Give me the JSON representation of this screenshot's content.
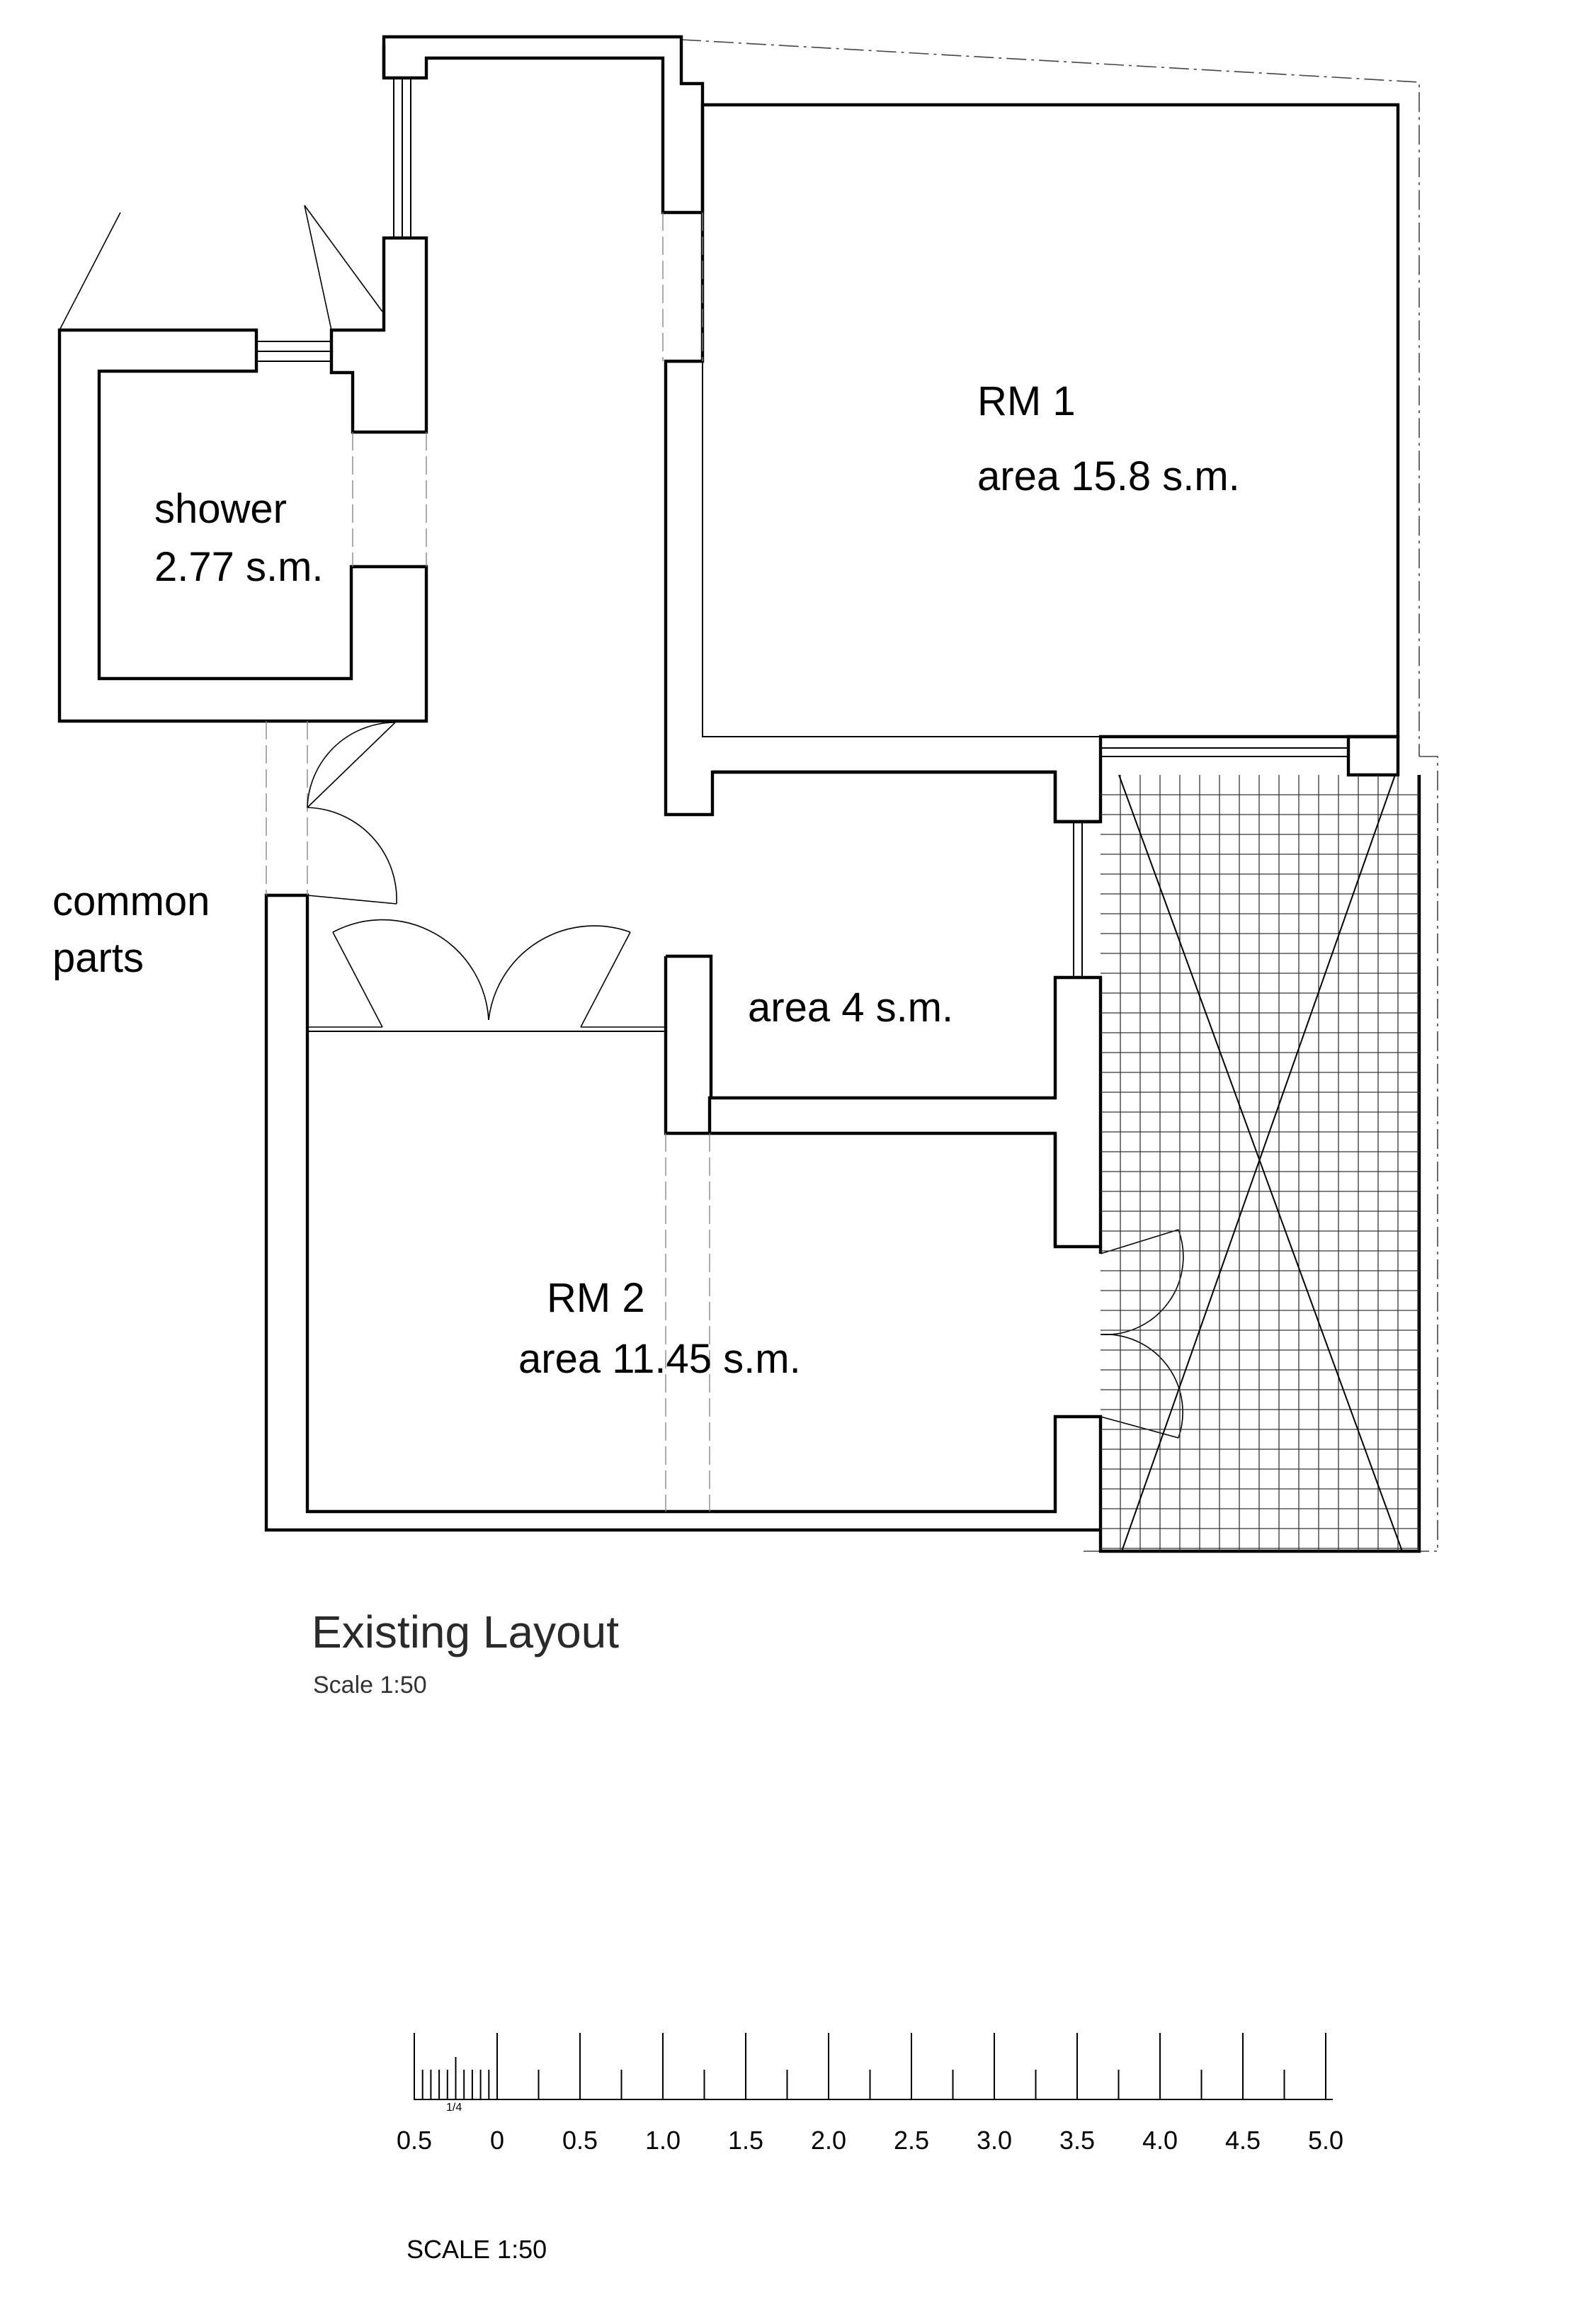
{
  "rooms": {
    "rm1": {
      "name": "RM 1",
      "area": "area 15.8 s.m."
    },
    "shower": {
      "name": "shower",
      "area": "2.77 s.m."
    },
    "common": {
      "line1": "common",
      "line2": "parts"
    },
    "small": {
      "area": "area 4 s.m."
    },
    "rm2": {
      "name": "RM 2",
      "area": "area 11.45 s.m."
    }
  },
  "caption": {
    "title": "Existing Layout",
    "scale": "Scale 1:50"
  },
  "scale_bar": {
    "labels": [
      "0.5",
      "0",
      "0.5",
      "1.0",
      "1.5",
      "2.0",
      "2.5",
      "3.0",
      "3.5",
      "4.0",
      "4.5",
      "5.0"
    ],
    "fraction": "1/4",
    "caption": "SCALE 1:50"
  }
}
